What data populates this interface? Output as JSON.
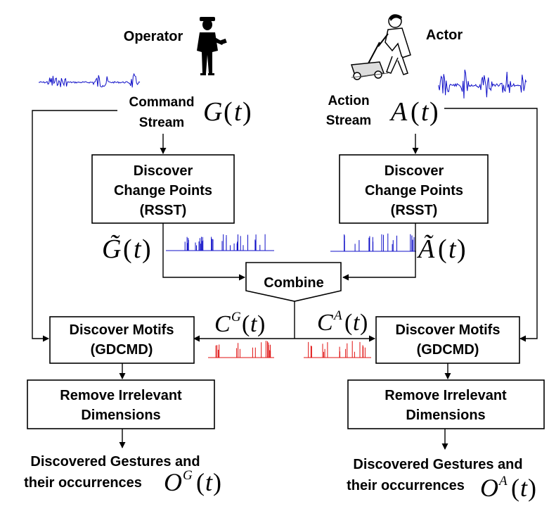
{
  "labels": {
    "operator": "Operator",
    "actor": "Actor",
    "command_stream_line1": "Command",
    "command_stream_line2": "Stream",
    "action_stream_line1": "Action",
    "action_stream_line2": "Stream",
    "discover_cp_line1": "Discover",
    "discover_cp_line2": "Change Points",
    "discover_cp_line3": "(RSST)",
    "combine": "Combine",
    "motifs_line1": "Discover Motifs",
    "motifs_line2": "(GDCMD)",
    "remove_line1": "Remove Irrelevant",
    "remove_line2": "Dimensions",
    "output_line1": "Discovered Gestures and",
    "output_line2": "their occurrences"
  },
  "math": {
    "G": "G",
    "A": "A",
    "G_tilde": "G̃",
    "A_tilde": "Ã",
    "C": "C",
    "O": "O",
    "sup_G": "G",
    "sup_A": "A",
    "t": "t",
    "lparen": "(",
    "rparen": ")"
  },
  "icons": {
    "operator": "person-with-tablet-icon",
    "actor": "person-pushing-lawnmower-icon"
  },
  "colors": {
    "raw_signal": "#1010c8",
    "change_points": "#1010c8",
    "combined": "#e01010",
    "line": "#000000"
  }
}
